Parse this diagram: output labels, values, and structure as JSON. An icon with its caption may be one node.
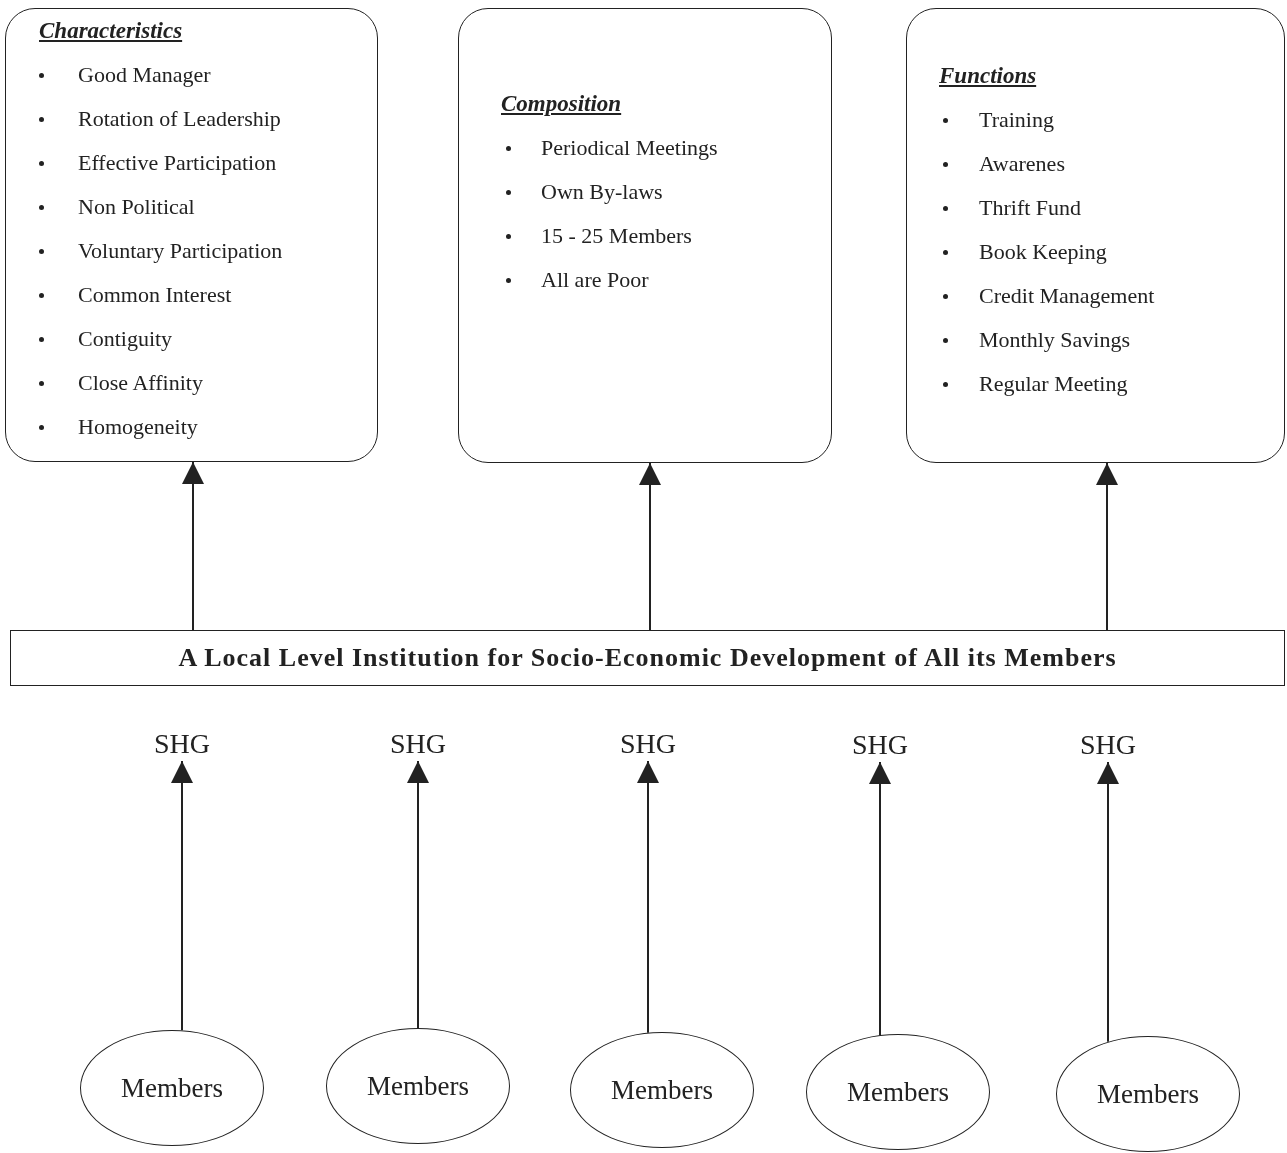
{
  "diagram": {
    "nodes": [
      {
        "text": [
          "Characteristics",
          "Good Manager",
          "Rotation of Leadership",
          "Effective Participation",
          "Non Political",
          "Voluntary Participation",
          "Common Interest",
          "Contiguity",
          "Close Affinity",
          "Homogeneity"
        ]
      },
      {
        "text": [
          "Composition",
          "Periodical Meetings",
          "Own By-laws",
          "15 - 25 Members",
          "All are Poor"
        ]
      },
      {
        "text": [
          "Functions",
          "Training",
          "Awarenes",
          "Thrift Fund",
          "Book Keeping",
          "Credit Management",
          "Monthly Savings",
          "Regular Meeting"
        ]
      },
      {
        "text": [
          "A Local Level Institution for Socio-Economic Development of All its Members"
        ]
      },
      {
        "text": [
          "SHG"
        ]
      },
      {
        "text": [
          "SHG"
        ]
      },
      {
        "text": [
          "SHG"
        ]
      },
      {
        "text": [
          "SHG"
        ]
      },
      {
        "text": [
          "SHG"
        ]
      },
      {
        "text": [
          "Members"
        ]
      },
      {
        "text": [
          "Members"
        ]
      },
      {
        "text": [
          "Members"
        ]
      },
      {
        "text": [
          "Members"
        ]
      },
      {
        "text": [
          "Members"
        ]
      }
    ],
    "edges": [
      {
        "from": 3,
        "to": 0,
        "arrow": "to"
      },
      {
        "from": 3,
        "to": 1,
        "arrow": "to"
      },
      {
        "from": 3,
        "to": 2,
        "arrow": "to"
      },
      {
        "from": 9,
        "to": 4,
        "arrow": "to"
      },
      {
        "from": 10,
        "to": 5,
        "arrow": "to"
      },
      {
        "from": 11,
        "to": 6,
        "arrow": "to"
      },
      {
        "from": 12,
        "to": 7,
        "arrow": "to"
      },
      {
        "from": 13,
        "to": 8,
        "arrow": "to"
      }
    ]
  }
}
